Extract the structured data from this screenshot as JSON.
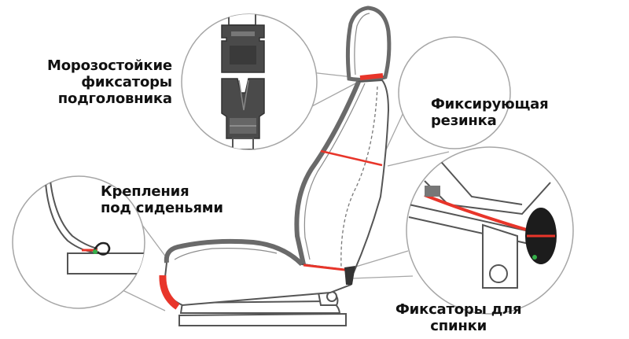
{
  "callouts": {
    "headrest_clips": {
      "lines": [
        "Морозостойкие",
        "фиксаторы",
        "подголовника"
      ]
    },
    "elastic_band": {
      "lines": [
        "Фиксирующая",
        "резинка"
      ]
    },
    "seat_mounts": {
      "lines": [
        "Крепления",
        "под сиденьями"
      ]
    },
    "backrest_clips": {
      "lines": [
        "Фиксаторы для",
        "спинки"
      ]
    }
  },
  "colors": {
    "outline": "#555555",
    "cover_dark": "#6a6a6a",
    "accent_red": "#e8352a",
    "circle_stroke": "#a6a6a6",
    "clip_fill": "#444444",
    "text": "#111111"
  },
  "icons": [
    "buckle-clip-icon",
    "hook-icon",
    "toggle-button-icon"
  ]
}
